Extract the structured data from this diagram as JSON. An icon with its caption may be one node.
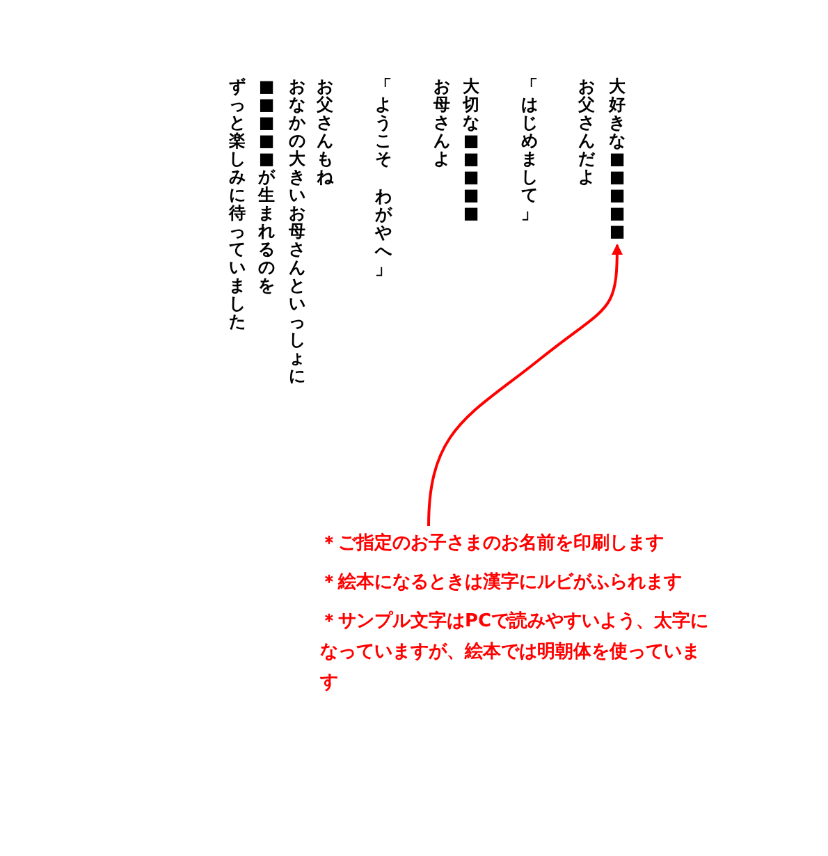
{
  "diagram": {
    "nodes": [
      {
        "text": [
          "大好きな■■■■■"
        ]
      },
      {
        "text": [
          "＊ご指定のお子さまのお名前を印刷します"
        ]
      }
    ],
    "edges": [
      {
        "from": 1,
        "to": 0,
        "arrow": "to",
        "color": "#ff0000"
      }
    ],
    "labels": [
      "お父さんだよ",
      "「はじめまして」",
      "大切な■■■■■",
      "お母さんよ",
      "「ようこそ",
      "わがやへ」",
      "お父さんもね",
      "おなかの大きいお母さんといっしょに",
      "■■■■■が生まれるのを",
      "ずっと楽しみに待っていました",
      "＊絵本になるときは漢字にルビがふられます",
      "＊サンプル文字はPCで読みやすいよう、太字になっていますが、絵本では明朝体を使っています"
    ]
  }
}
